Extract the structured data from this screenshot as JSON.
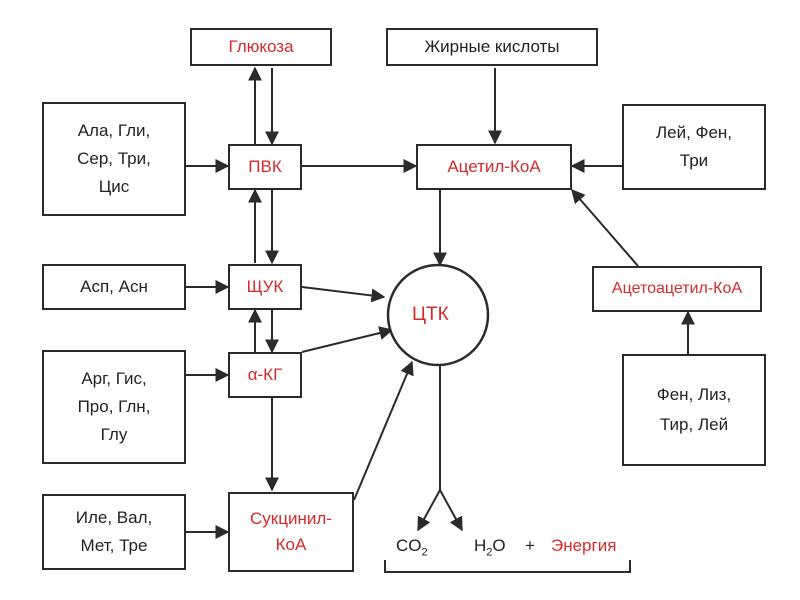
{
  "colors": {
    "accent": "#d62a2a",
    "line": "#2b2b2b"
  },
  "nodes": {
    "glucose": "Глюкоза",
    "fatty_acids": "Жирные кислоты",
    "pvk": "ПВК",
    "acetyl_coa": "Ацетил-КоА",
    "shchuk": "ЩУК",
    "alpha_kg": "α-КГ",
    "succinyl_coa": [
      "Сукцинил-",
      "КоА"
    ],
    "tca": "ЦТК",
    "acetoacetyl_coa": "Ацетоацетил-КоА"
  },
  "amino_acids": {
    "group1": [
      "Ала, Гли,",
      "Сер, Три,",
      "Цис"
    ],
    "group2": "Асп, Асн",
    "group3": [
      "Арг, Гис,",
      "Про, Глн,",
      "Глу"
    ],
    "group4": [
      "Иле, Вал,",
      "Мет, Тре"
    ],
    "right_top": [
      "Лей, Фен,",
      "Три"
    ],
    "right_bottom": [
      "Фен, Лиз,",
      "Тир, Лей"
    ]
  },
  "products": {
    "co2_base": "CO",
    "co2_sub": "2",
    "h_base": "H",
    "h_sub": "2",
    "o_text": "O",
    "plus": "+",
    "energy": "Энергия"
  }
}
